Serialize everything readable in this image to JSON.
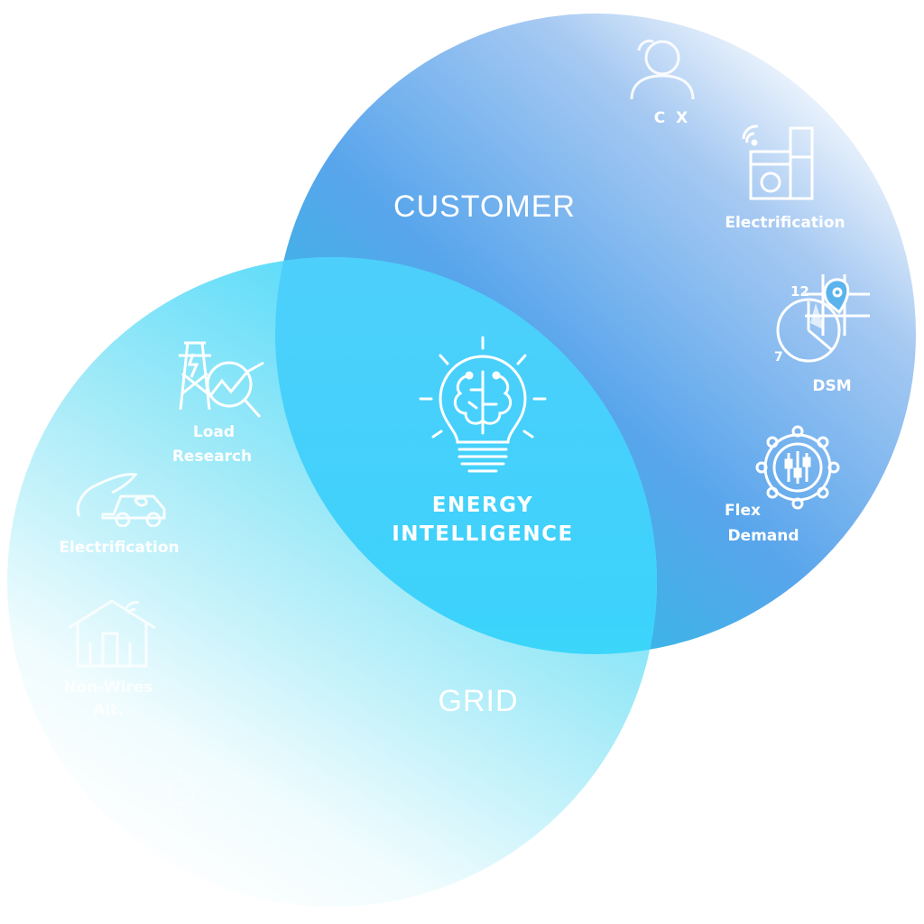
{
  "diagram": {
    "customer_label": "CUSTOMER",
    "grid_label": "GRID",
    "center": {
      "line1": "ENERGY",
      "line2": "INTELLIGENCE",
      "icon": "lightbulb-brain-icon"
    },
    "customer_items": [
      {
        "label": "C X",
        "icon": "customer-person-icon"
      },
      {
        "label": "Electrification",
        "icon": "smart-appliance-icon"
      },
      {
        "label": "DSM",
        "icon": "clock-location-icon"
      },
      {
        "line1": "Flex",
        "line2": "Demand",
        "icon": "control-sliders-icon"
      }
    ],
    "grid_items": [
      {
        "line1": "Load",
        "line2": "Research",
        "icon": "power-tower-chart-icon"
      },
      {
        "label": "Electrification",
        "icon": "electric-vehicle-icon"
      },
      {
        "line1": "Non-Wires",
        "line2": "Alt.",
        "icon": "smart-home-icon"
      },
      {
        "icon": "faded-sun-icon"
      }
    ]
  },
  "colors": {
    "customer_circle": "#4ea9ea",
    "grid_circle": "#3fd9f5",
    "overlap": "#35c8f6",
    "text": "#ffffff"
  }
}
